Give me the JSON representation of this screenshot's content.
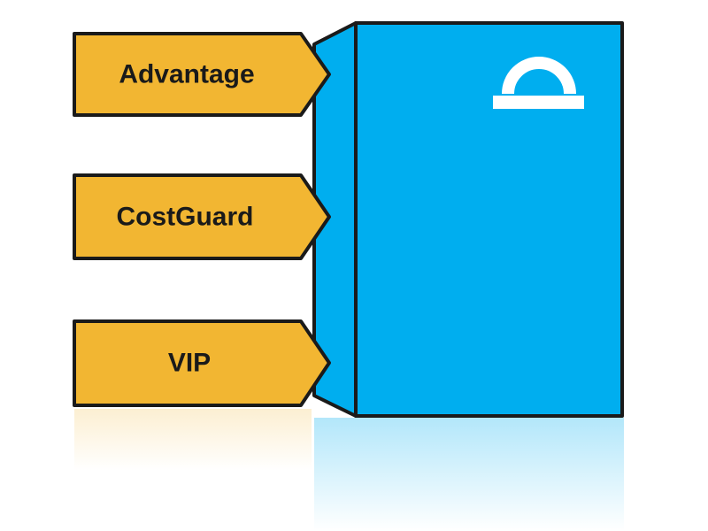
{
  "tabs": [
    {
      "label": "Advantage"
    },
    {
      "label": "CostGuard"
    },
    {
      "label": "VIP"
    }
  ],
  "colors": {
    "tab_fill": "#F2B632",
    "tab_stroke": "#1a1a1a",
    "box_fill": "#00AEEF",
    "box_stroke": "#1a1a1a",
    "logo": "#ffffff"
  },
  "logo": {
    "icon": "arch-bar-logo-icon"
  }
}
